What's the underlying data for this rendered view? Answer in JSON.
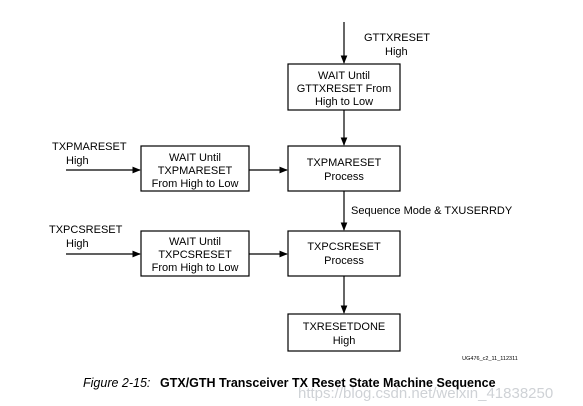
{
  "inputs": {
    "gttxreset": [
      "GTTXRESET",
      "High"
    ],
    "txpmareset": [
      "TXPMARESET",
      "High"
    ],
    "txpcsreset": [
      "TXPCSRESET",
      "High"
    ]
  },
  "boxes": {
    "wait_gttxreset": [
      "WAIT Until",
      "GTTXRESET From",
      "High to Low"
    ],
    "txpmareset_process": [
      "TXPMARESET",
      "Process"
    ],
    "wait_txpmareset": [
      "WAIT Until",
      "TXPMARESET",
      "From High to Low"
    ],
    "txpcsreset_process": [
      "TXPCSRESET",
      "Process"
    ],
    "wait_txpcsreset": [
      "WAIT Until",
      "TXPCSRESET",
      "From High to Low"
    ],
    "txresetdone": [
      "TXRESETDONE",
      "High"
    ]
  },
  "edge_label": "Sequence Mode & TXUSERRDY",
  "figure_code": "UG476_c2_11_112311",
  "caption": {
    "label": "Figure 2-15:",
    "title": "GTX/GTH Transceiver TX Reset State Machine Sequence"
  },
  "watermark": "https://blog.csdn.net/weixin_41838250"
}
